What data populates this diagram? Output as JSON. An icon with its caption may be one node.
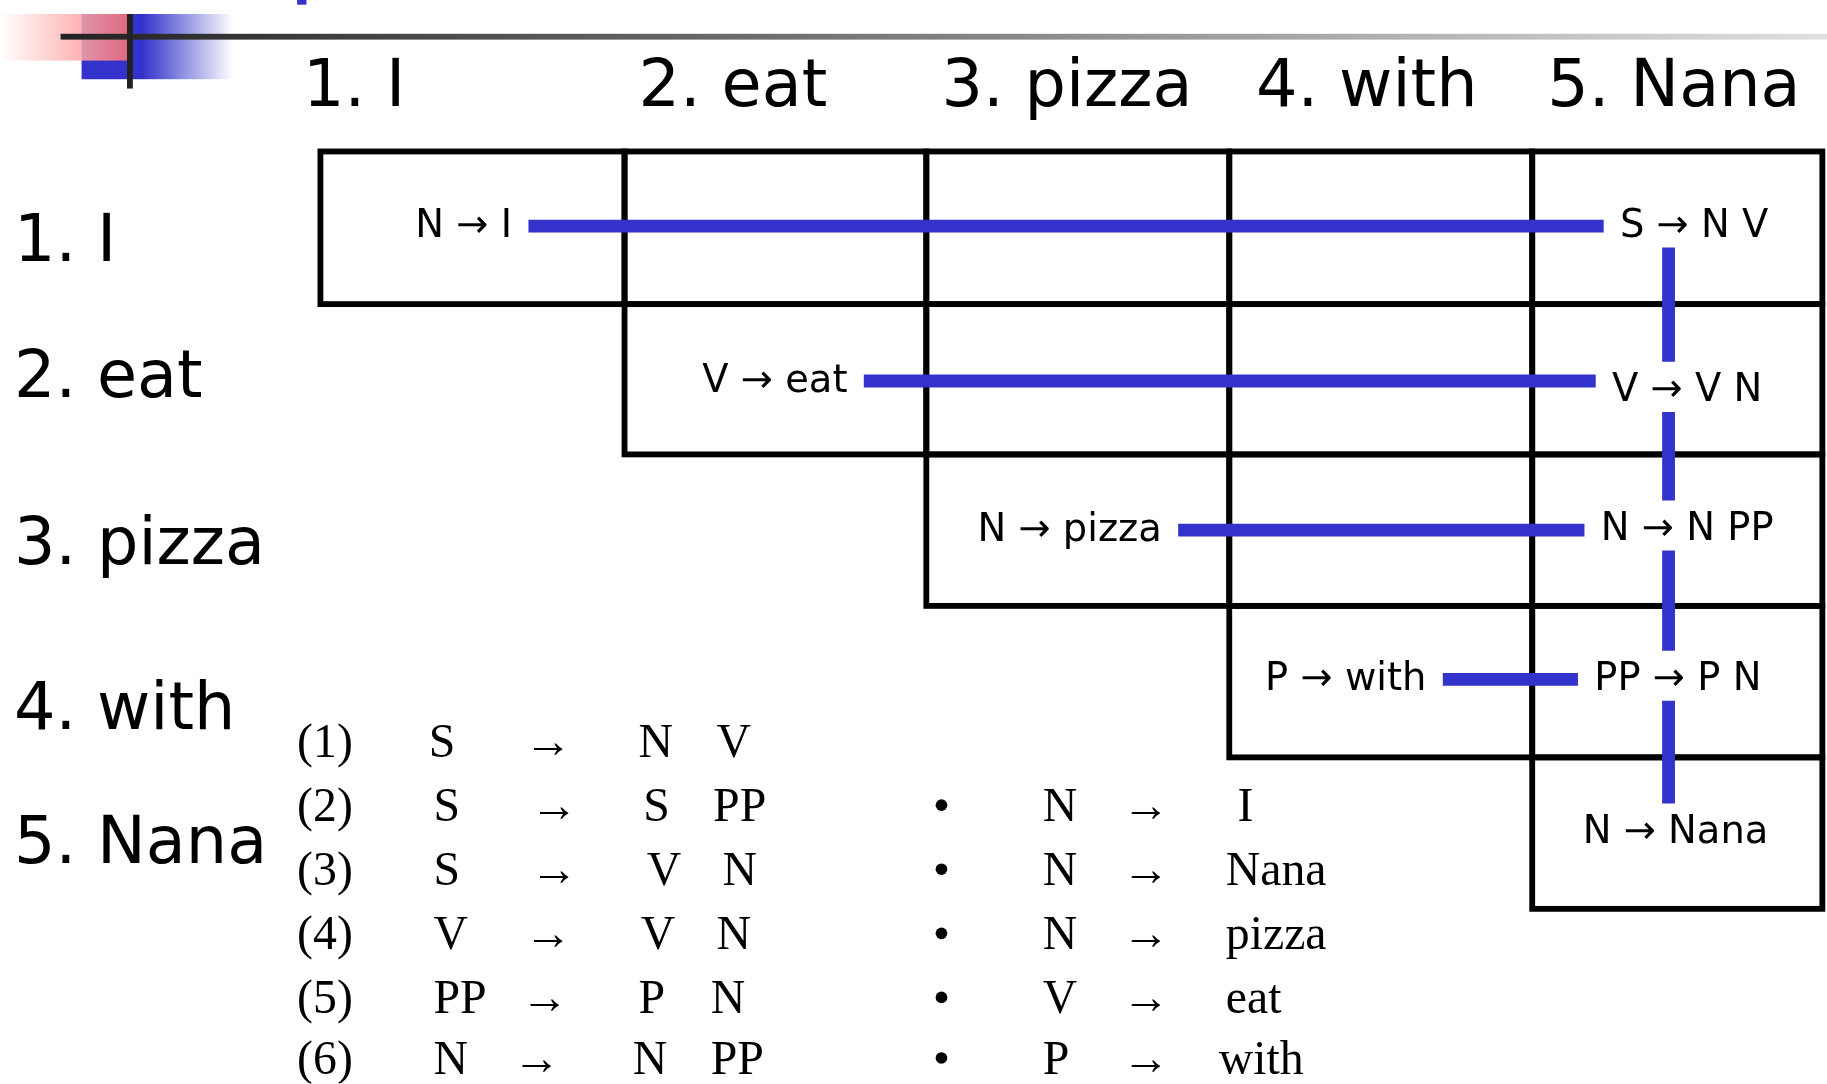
{
  "diagram": {
    "nodes": [
      {
        "text": [
          "N → I"
        ]
      },
      {
        "text": [
          "S → N V"
        ]
      },
      {
        "text": [
          "V → eat"
        ]
      },
      {
        "text": [
          "V → V N"
        ]
      },
      {
        "text": [
          "N → pizza"
        ]
      },
      {
        "text": [
          "N → N PP"
        ]
      },
      {
        "text": [
          "P → with"
        ]
      },
      {
        "text": [
          "PP → P N"
        ]
      },
      {
        "text": [
          "N → Nana"
        ]
      }
    ],
    "edges": [
      {
        "from": 0,
        "to": 1,
        "arrow": "none"
      },
      {
        "from": 1,
        "to": 3,
        "arrow": "none"
      },
      {
        "from": 2,
        "to": 3,
        "arrow": "none"
      },
      {
        "from": 3,
        "to": 5,
        "arrow": "none"
      },
      {
        "from": 4,
        "to": 5,
        "arrow": "none"
      },
      {
        "from": 5,
        "to": 7,
        "arrow": "none"
      },
      {
        "from": 6,
        "to": 7,
        "arrow": "none"
      },
      {
        "from": 7,
        "to": 8,
        "arrow": "none"
      }
    ],
    "labels": [
      "1. I",
      "2. eat",
      "3. pizza",
      "4. with",
      "5. Nana",
      "1. I",
      "2. eat",
      "3. pizza",
      "4. with",
      "5. Nana",
      "(1)",
      "S",
      "→",
      "N",
      "V",
      "(2)",
      "S",
      "→",
      "S",
      "PP",
      "(3)",
      "S",
      "→",
      "V",
      "N",
      "(4)",
      "V",
      "→",
      "V",
      "N",
      "(5)",
      "PP",
      "→",
      "P",
      "N",
      "(6)",
      "N",
      "→",
      "N",
      "PP",
      "N",
      "→",
      "I",
      "N",
      "→",
      "Nana",
      "N",
      "→",
      "pizza",
      "V",
      "→",
      "eat",
      "P",
      "→",
      "with"
    ]
  }
}
